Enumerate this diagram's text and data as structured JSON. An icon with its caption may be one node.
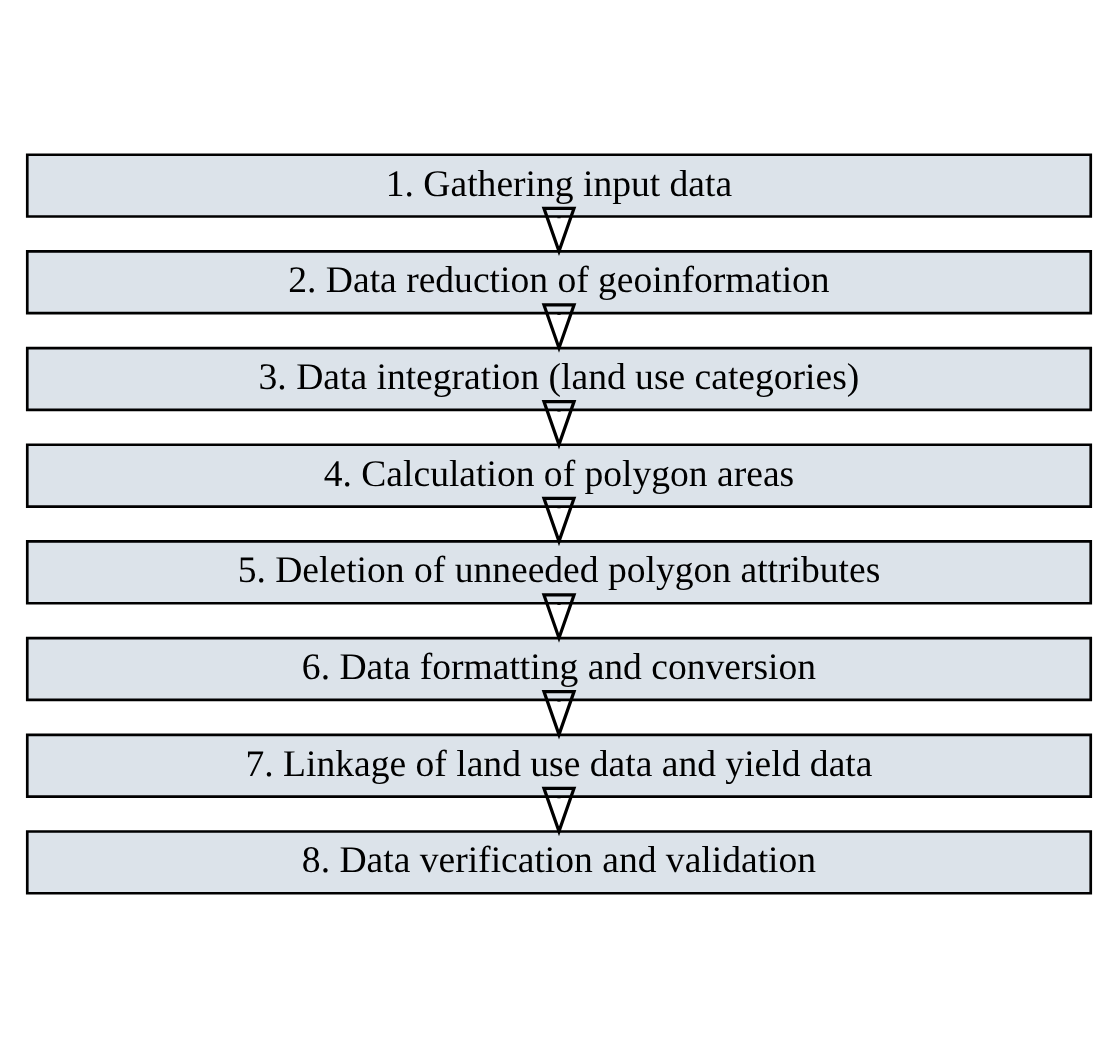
{
  "diagram": {
    "nodes": [
      {
        "text": [
          "1. Gathering input data"
        ]
      },
      {
        "text": [
          "2. Data reduction of geoinformation"
        ]
      },
      {
        "text": [
          "3. Data integration (land use categories)"
        ]
      },
      {
        "text": [
          "4. Calculation of polygon areas"
        ]
      },
      {
        "text": [
          "5. Deletion of unneeded polygon attributes"
        ]
      },
      {
        "text": [
          "6. Data formatting and conversion"
        ]
      },
      {
        "text": [
          "7. Linkage of land use data and yield data"
        ]
      },
      {
        "text": [
          "8. Data verification and validation"
        ]
      }
    ],
    "edges": [
      {
        "from": 0,
        "to": 1,
        "arrow": "to"
      },
      {
        "from": 1,
        "to": 2,
        "arrow": "to"
      },
      {
        "from": 2,
        "to": 3,
        "arrow": "to"
      },
      {
        "from": 3,
        "to": 4,
        "arrow": "to"
      },
      {
        "from": 4,
        "to": 5,
        "arrow": "to"
      },
      {
        "from": 5,
        "to": 6,
        "arrow": "to"
      },
      {
        "from": 6,
        "to": 7,
        "arrow": "to"
      }
    ]
  }
}
